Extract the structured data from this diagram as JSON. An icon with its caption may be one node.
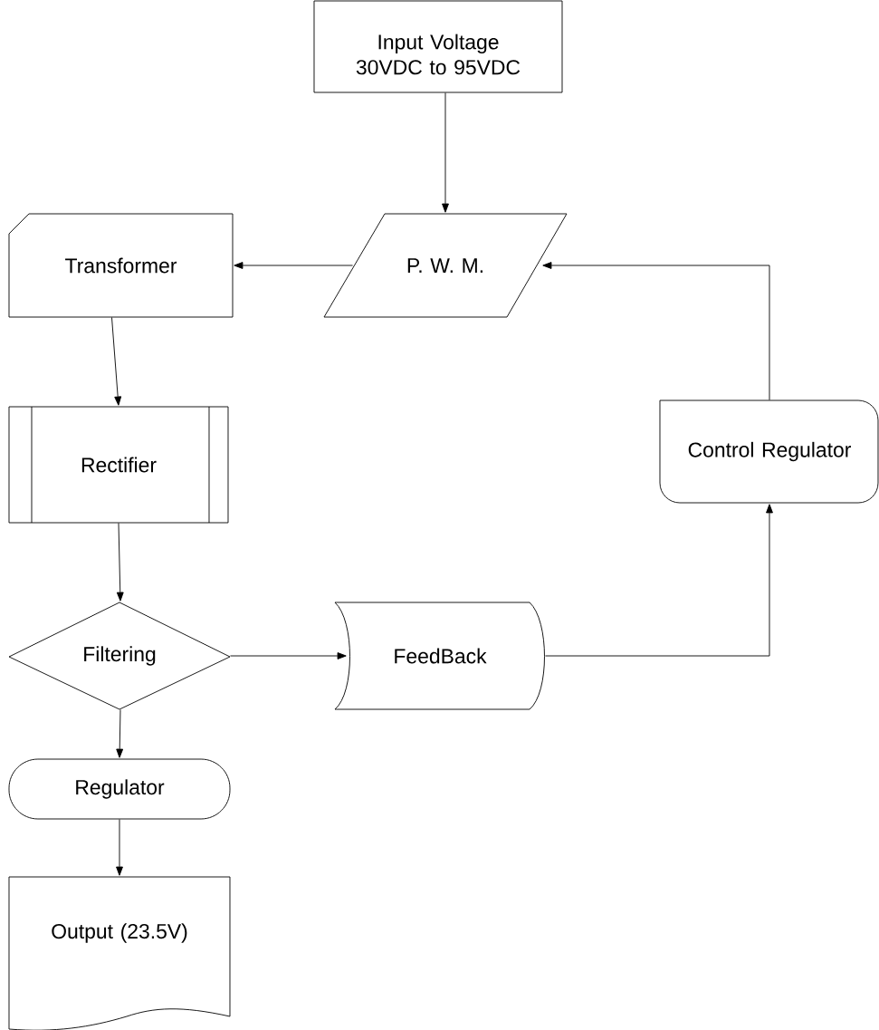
{
  "diagram": {
    "nodes": [
      {
        "text": [
          "Input Voltage 30VDC to 95VDC"
        ]
      },
      {
        "text": [
          "P. W. M."
        ]
      },
      {
        "text": [
          "Transformer"
        ]
      },
      {
        "text": [
          "Rectifier"
        ]
      },
      {
        "text": [
          "Filtering"
        ]
      },
      {
        "text": [
          "Regulator"
        ]
      },
      {
        "text": [
          "Output (23.5V)"
        ]
      },
      {
        "text": [
          "FeedBack"
        ]
      },
      {
        "text": [
          "Control Regulator"
        ]
      }
    ],
    "edges": [
      {
        "from": 0,
        "to": 1,
        "arrow": "to"
      },
      {
        "from": 1,
        "to": 2,
        "arrow": "to"
      },
      {
        "from": 2,
        "to": 3,
        "arrow": "to"
      },
      {
        "from": 3,
        "to": 4,
        "arrow": "to"
      },
      {
        "from": 4,
        "to": 5,
        "arrow": "to"
      },
      {
        "from": 5,
        "to": 6,
        "arrow": "to"
      },
      {
        "from": 4,
        "to": 7,
        "arrow": "to"
      },
      {
        "from": 7,
        "to": 8,
        "arrow": "to"
      },
      {
        "from": 8,
        "to": 1,
        "arrow": "to"
      }
    ]
  }
}
